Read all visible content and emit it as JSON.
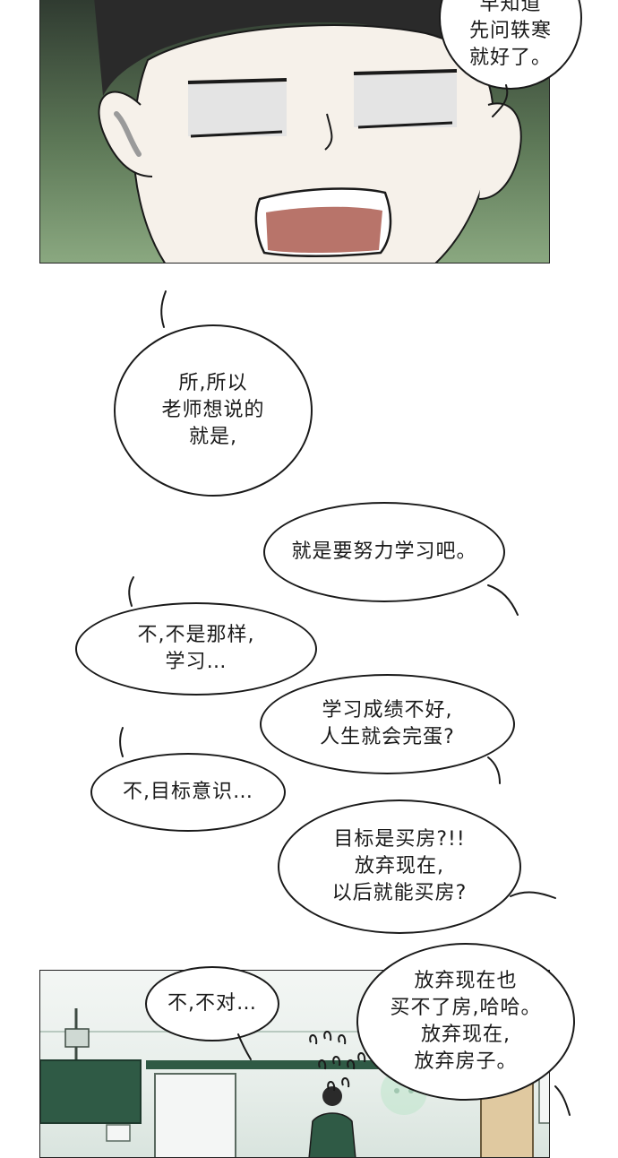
{
  "bubbles": {
    "top_right": {
      "lines": [
        "早知道",
        "先问轶寒",
        "就好了。"
      ]
    },
    "teacher_meaning": {
      "lines": [
        "所,所以",
        "老师想说的",
        "就是,"
      ]
    },
    "study_hard": {
      "lines": [
        "就是要努力学习吧。"
      ]
    },
    "not_that": {
      "lines": [
        "不,不是那样,",
        "学习…"
      ]
    },
    "grades_life": {
      "lines": [
        "学习成绩不好,",
        "人生就会完蛋?"
      ]
    },
    "goal_awareness": {
      "lines": [
        "不,目标意识…"
      ]
    },
    "buy_house": {
      "lines": [
        "目标是买房?!!",
        "放弃现在,",
        "以后就能买房?"
      ]
    },
    "not_right": {
      "lines": [
        "不,不对…"
      ]
    },
    "give_up_now": {
      "lines": [
        "放弃现在也",
        "买不了房,哈哈。",
        "放弃现在,",
        "放弃房子。"
      ]
    }
  },
  "colors": {
    "panel_green": "#5d7857",
    "skin": "#f6f1ea",
    "hair": "#2a2a2a",
    "mouth": "#b8746a",
    "room_wall": "#e7eeea",
    "chalkboard": "#2f5a45"
  }
}
